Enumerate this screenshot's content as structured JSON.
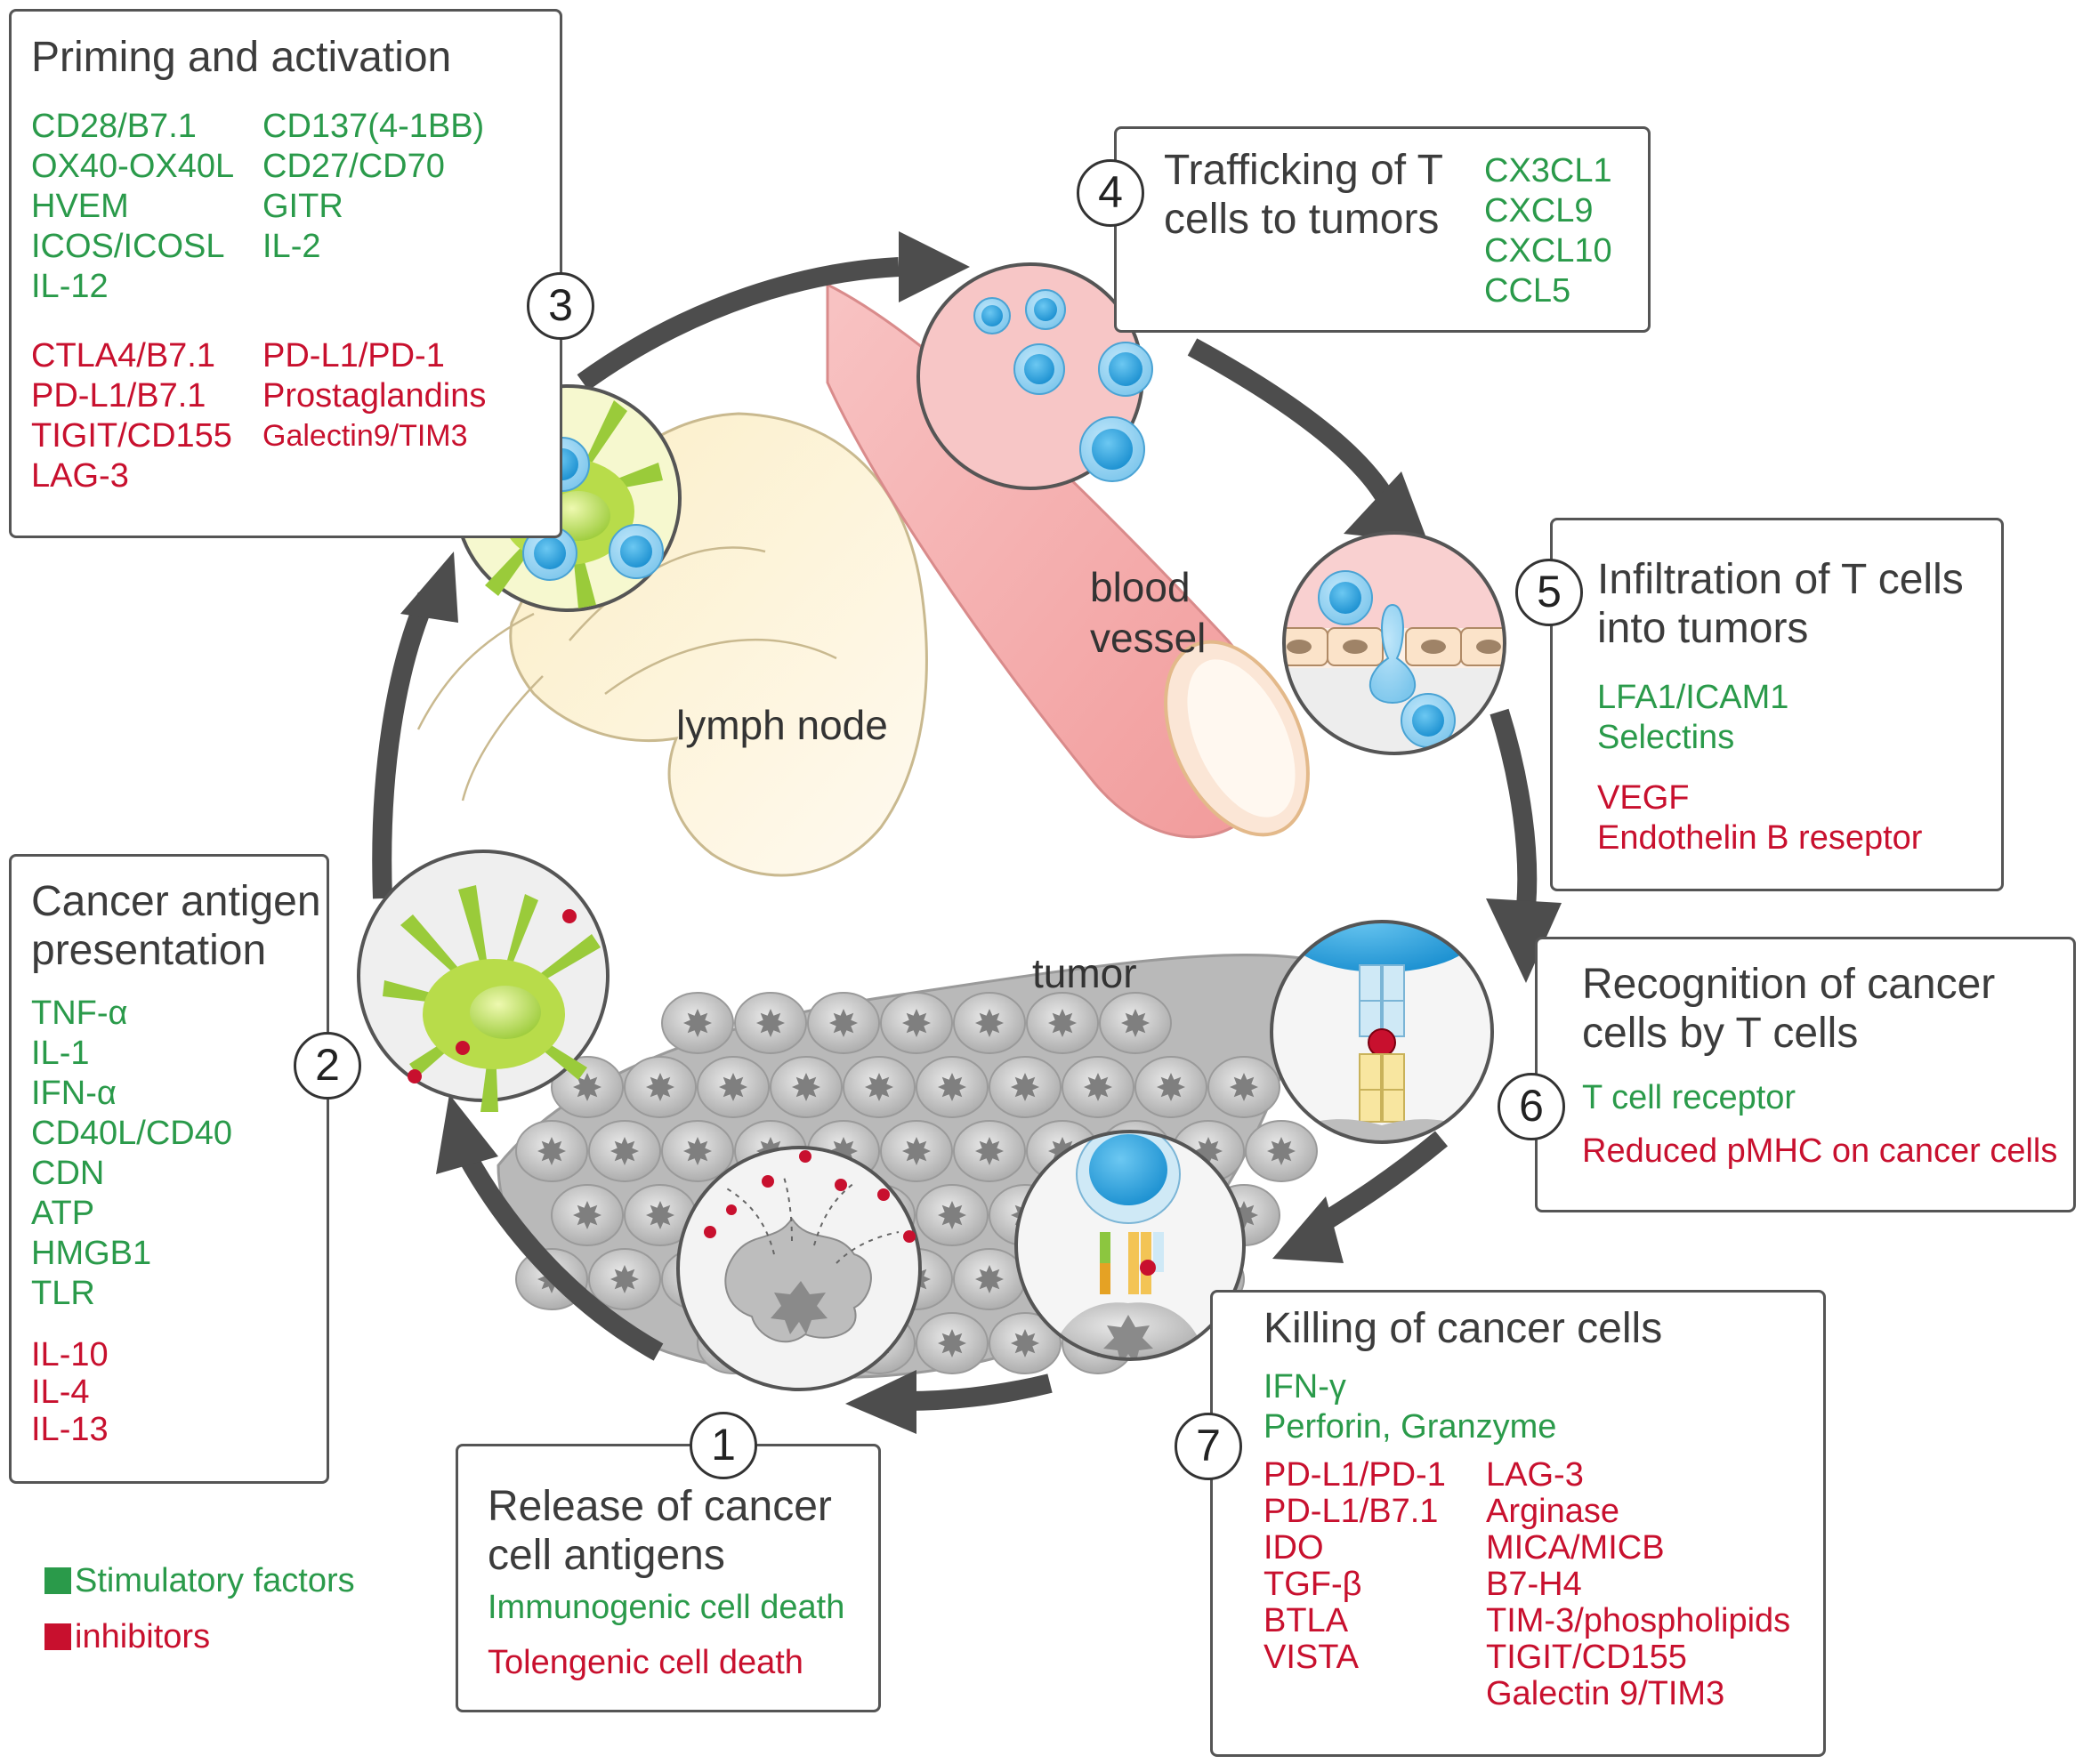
{
  "box1": {
    "num": "1",
    "title": [
      "Release of cancer",
      "cell antigens"
    ],
    "stim": [
      "Immunogenic cell death"
    ],
    "inhib": [
      "Tolengenic cell death"
    ]
  },
  "box2": {
    "num": "2",
    "title": [
      "Cancer antigen",
      "presentation"
    ],
    "stim": [
      "TNF-α",
      "IL-1",
      "IFN-α",
      "CD40L/CD40",
      "CDN",
      "ATP",
      "HMGB1",
      "TLR"
    ],
    "inhib": [
      "IL-10",
      "IL-4",
      "IL-13"
    ]
  },
  "box3": {
    "num": "3",
    "title": [
      "Priming and activation"
    ],
    "stim_left": [
      "CD28/B7.1",
      "OX40-OX40L",
      "HVEM",
      "ICOS/ICOSL",
      "IL-12"
    ],
    "stim_right": [
      "CD137(4-1BB)",
      "CD27/CD70",
      "GITR",
      "IL-2"
    ],
    "inhib_left": [
      "CTLA4/B7.1",
      "PD-L1/B7.1",
      "TIGIT/CD155",
      "LAG-3"
    ],
    "inhib_right": [
      "PD-L1/PD-1",
      "Prostaglandins",
      "Galectin9/TIM3"
    ]
  },
  "box4": {
    "num": "4",
    "title": [
      "Trafficking of T",
      "cells to tumors"
    ],
    "stim": [
      "CX3CL1",
      "CXCL9",
      "CXCL10",
      "CCL5"
    ]
  },
  "box5": {
    "num": "5",
    "title": [
      "Infiltration of T cells",
      "into tumors"
    ],
    "stim": [
      "LFA1/ICAM1",
      "Selectins"
    ],
    "inhib": [
      "VEGF",
      "Endothelin B reseptor"
    ]
  },
  "box6": {
    "num": "6",
    "title": [
      "Recognition of cancer",
      "cells by T cells"
    ],
    "stim": [
      "T cell receptor"
    ],
    "inhib": [
      "Reduced pMHC on cancer cells"
    ]
  },
  "box7": {
    "num": "7",
    "title": [
      "Killing of cancer cells"
    ],
    "stim": [
      "IFN-γ",
      "Perforin, Granzyme"
    ],
    "inhib_left": [
      "PD-L1/PD-1",
      "PD-L1/B7.1",
      "IDO",
      "TGF-β",
      "BTLA",
      "VISTA"
    ],
    "inhib_right": [
      "LAG-3",
      "Arginase",
      "MICA/MICB",
      "B7-H4",
      "TIM-3/phospholipids",
      "TIGIT/CD155",
      "Galectin 9/TIM3"
    ]
  },
  "labels": {
    "lymph_node": "lymph node",
    "blood_vessel": [
      "blood",
      "vessel"
    ],
    "tumor": "tumor"
  },
  "legend": {
    "stimulatory": "Stimulatory factors",
    "inhibitors": "inhibitors"
  },
  "colors": {
    "stimulatory": "#2a9a4a",
    "inhibitory": "#c8102e",
    "cycle_arrow": "#4d4d4d",
    "t_cell": "#3aa8dc",
    "dendritic_cell": "#8cc63f",
    "vessel": "#f4b6b6",
    "lymph_node": "#fbf1cf",
    "tumor_cell": "#c2c2c2"
  }
}
